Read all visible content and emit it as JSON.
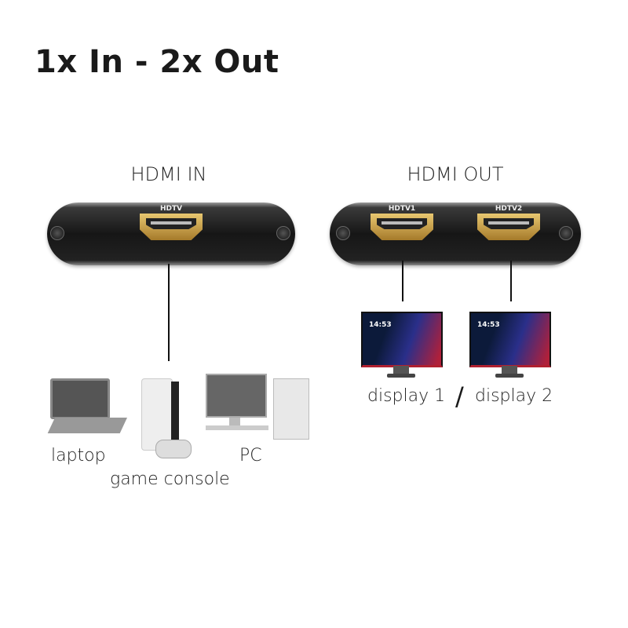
{
  "title": "1x In - 2x Out",
  "input": {
    "label": "HDMI IN",
    "port_label": "HDTV"
  },
  "output": {
    "label": "HDMI OUT",
    "ports": [
      "HDTV1",
      "HDTV2"
    ]
  },
  "displays": [
    {
      "label": "display 1",
      "time": "14:53"
    },
    {
      "label": "display 2",
      "time": "14:53"
    }
  ],
  "separator": "/",
  "sources": [
    "laptop",
    "game console",
    "PC"
  ]
}
